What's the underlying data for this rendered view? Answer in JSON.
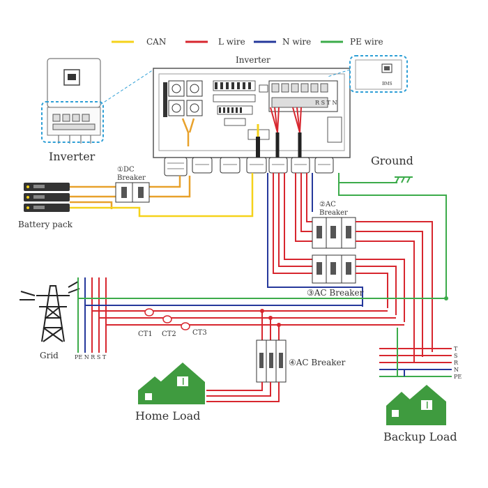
{
  "legend": {
    "items": [
      {
        "label": "CAN",
        "color": "#f5d21a"
      },
      {
        "label": "L wire",
        "color": "#d7262e"
      },
      {
        "label": "N wire",
        "color": "#25389b"
      },
      {
        "label": "PE wire",
        "color": "#3bab4a"
      }
    ]
  },
  "labels": {
    "inverter_main": "Inverter",
    "inverter_thumb": "Inverter",
    "bms": "BMS",
    "battery_pack": "Battery pack",
    "dc_breaker_line1": "①DC",
    "dc_breaker_line2": "Breaker",
    "ground": "Ground",
    "ac_breaker2_line1": "②AC",
    "ac_breaker2_line2": "Breaker",
    "ac_breaker3": "③AC Breaker",
    "ac_breaker4": "④AC Breaker",
    "grid": "Grid",
    "grid_phases": "PE N R S T",
    "ct1": "CT1",
    "ct2": "CT2",
    "ct3": "CT3",
    "home_load": "Home Load",
    "backup_load": "Backup Load",
    "backup_phases": [
      "T",
      "S",
      "R",
      "N",
      "PE"
    ],
    "terminal_block": "R S T N"
  },
  "colors": {
    "can": "#f5d21a",
    "dc": "#e8a12b",
    "l_wire": "#d7262e",
    "n_wire": "#25389b",
    "pe_wire": "#3bab4a",
    "highlight": "#2e9fd6",
    "house": "#3f9b3f"
  }
}
